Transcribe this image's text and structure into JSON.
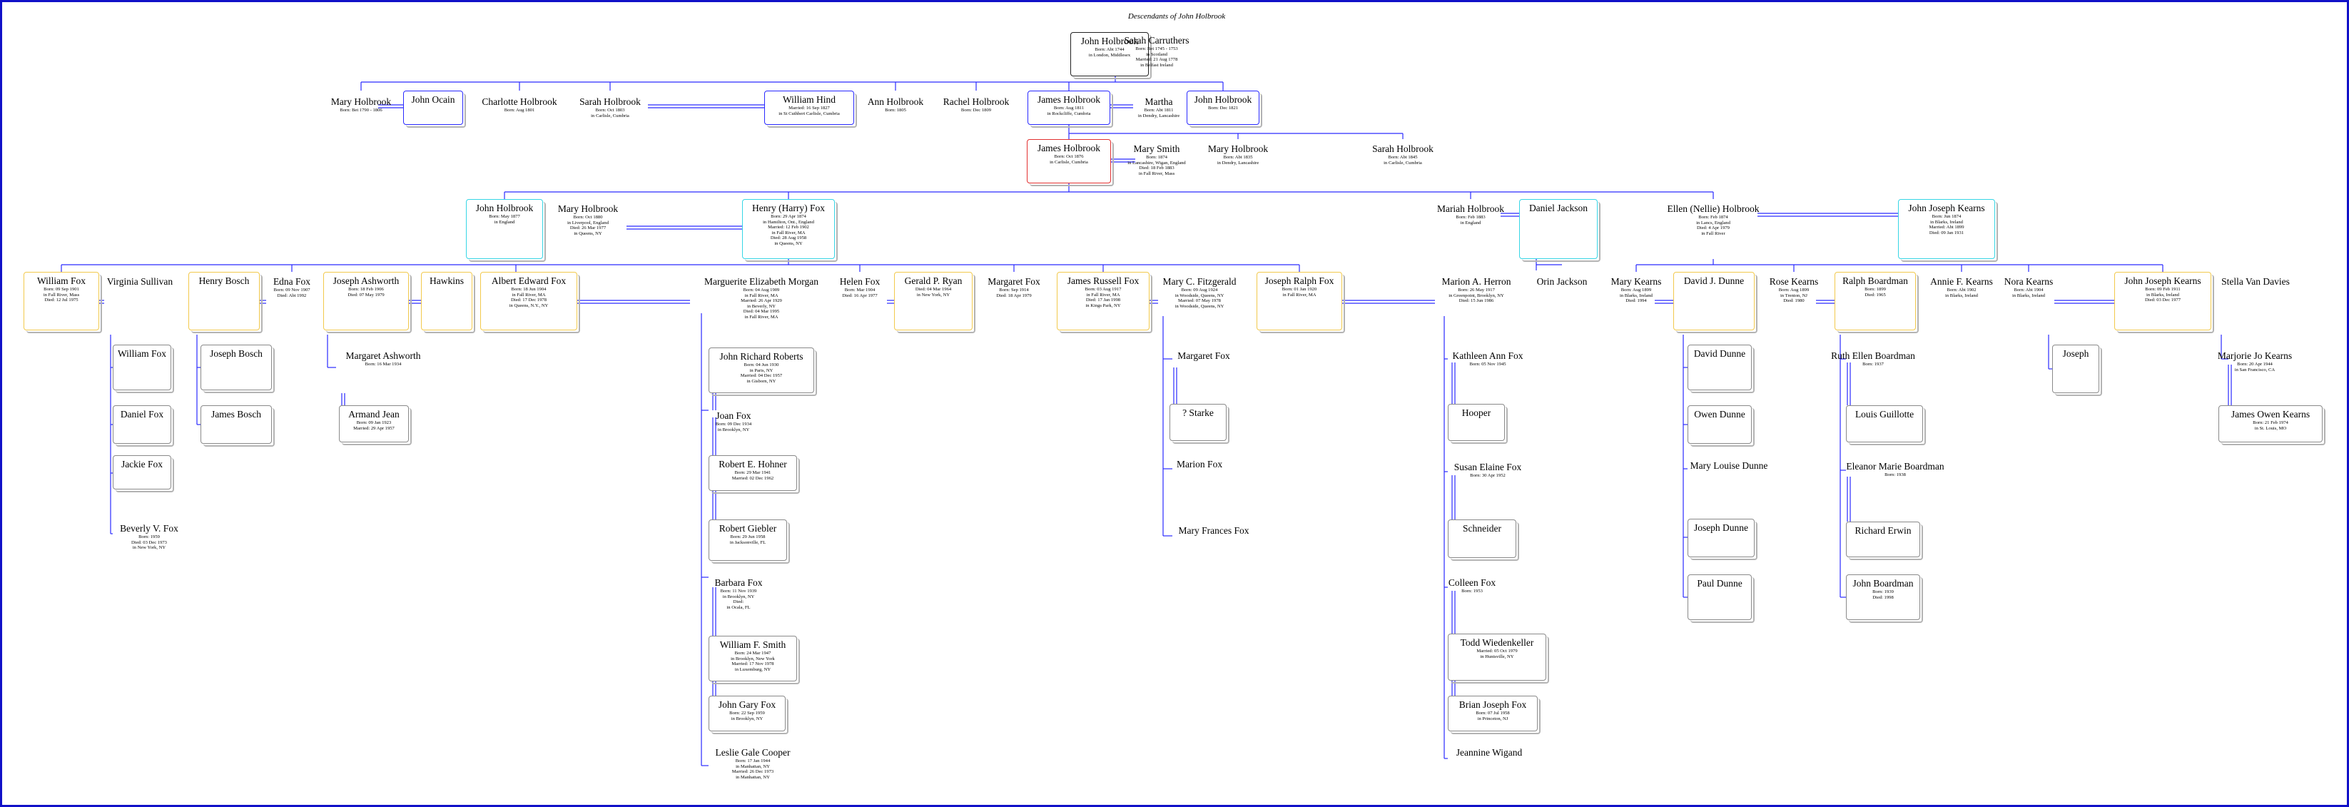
{
  "title": "Descendants of John Holbrook",
  "colors": {
    "frame": "#1010c8",
    "connector": "#2a2aff",
    "shadow": "#b4b4b4"
  },
  "people": [
    {
      "id": "p1",
      "name": "John Holbrook",
      "details": [
        "Born: Abt 1744",
        "in London, Middlesex"
      ],
      "border": "black"
    },
    {
      "id": "p2",
      "name": "Sarah Carruthers",
      "details": [
        "Born: Bet 1745 - 1753",
        "in Scotland",
        "Married: 21 Aug 1778",
        "in Belfast Ireland"
      ]
    },
    {
      "id": "p3",
      "name": "Mary Holbrook",
      "details": [
        "Born: Bet 1790 - 1806"
      ]
    },
    {
      "id": "p4",
      "name": "John Ocain",
      "details": [],
      "border": "blue"
    },
    {
      "id": "p5",
      "name": "Charlotte Holbrook",
      "details": [
        "Born: Aug 1801"
      ]
    },
    {
      "id": "p6",
      "name": "Sarah Holbrook",
      "details": [
        "Born: Oct 1803",
        "in Carlisle, Cumbria"
      ]
    },
    {
      "id": "p7",
      "name": "William Hind",
      "details": [
        "Married: 16 Sep 1827",
        "in St Cuthbert Carlisle, Cumbria"
      ],
      "border": "blue"
    },
    {
      "id": "p8",
      "name": "Ann Holbrook",
      "details": [
        "Born: 1805"
      ]
    },
    {
      "id": "p9",
      "name": "Rachel Holbrook",
      "details": [
        "Born: Dec 1809"
      ]
    },
    {
      "id": "p10",
      "name": "James Holbrook",
      "details": [
        "Born: Aug 1811",
        "in Rockcliffe, Cumbria"
      ],
      "border": "blue"
    },
    {
      "id": "p11",
      "name": "Martha",
      "details": [
        "Born: Abt 1811",
        "in Dendry, Lancashire"
      ]
    },
    {
      "id": "p12",
      "name": "John Holbrook",
      "details": [
        "Born: Dec 1821"
      ],
      "border": "blue"
    },
    {
      "id": "p13",
      "name": "James Holbrook",
      "details": [
        "Born: Oct 1876",
        "in Carlisle, Cumbria"
      ],
      "border": "red"
    },
    {
      "id": "p14",
      "name": "Mary Smith",
      "details": [
        "Born: 1874",
        "in Lancashire, Wigan, England",
        "Died: 18 Feb 1883",
        "in Fall River, Mass"
      ]
    },
    {
      "id": "p15",
      "name": "Mary Holbrook",
      "details": [
        "Born: Abt 1835",
        "in Dendry, Lancashire"
      ]
    },
    {
      "id": "p16",
      "name": "Sarah Holbrook",
      "details": [
        "Born: Abt 1845",
        "in Carlisle, Cumbria"
      ]
    },
    {
      "id": "p17",
      "name": "John Holbrook",
      "details": [
        "Born: May 1877",
        "in England"
      ],
      "border": "cyan"
    },
    {
      "id": "p18",
      "name": "Mary Holbrook",
      "details": [
        "Born: Oct 1880",
        "in Liverpool, England",
        "Died: 26 Mar 1977",
        "in Queens, NY"
      ]
    },
    {
      "id": "p19",
      "name": "Henry (Harry) Fox",
      "details": [
        "Born: 29 Apr 1874",
        "in Hamilton, Ont., England",
        "Married: 12 Feb 1902",
        "in Fall River, MA",
        "Died: 28 Aug 1958",
        "in Queens, NY"
      ],
      "border": "cyan"
    },
    {
      "id": "p20",
      "name": "Mariah Holbrook",
      "details": [
        "Born: Feb 1883",
        "in England"
      ]
    },
    {
      "id": "p21",
      "name": "Daniel Jackson",
      "details": [],
      "border": "cyan"
    },
    {
      "id": "p22",
      "name": "Ellen (Nellie) Holbrook",
      "details": [
        "Born: Feb 1874",
        "in Lancs, England",
        "Died: 4 Apr 1979",
        "in Fall River"
      ]
    },
    {
      "id": "p23",
      "name": "John Joseph Kearns",
      "details": [
        "Born: Jun 1874",
        "in Blarks, Ireland",
        "Married: Abt 1899",
        "Died: 09 Jan 1931"
      ],
      "border": "cyan"
    },
    {
      "id": "p24",
      "name": "William Fox",
      "details": [
        "Born: 09 Sep 1901",
        "in Fall River, Mass",
        "Died: 12 Jul 1975"
      ],
      "border": "gold"
    },
    {
      "id": "p25",
      "name": "Virginia Sullivan",
      "details": []
    },
    {
      "id": "p26",
      "name": "Henry Bosch",
      "details": [],
      "border": "gold"
    },
    {
      "id": "p27",
      "name": "Edna Fox",
      "details": [
        "Born: 09 Nov 1907",
        "Died: Abt 1992"
      ]
    },
    {
      "id": "p28",
      "name": "Joseph Ashworth",
      "details": [
        "Born: 18 Feb 1906",
        "Died: 07 May 1979"
      ],
      "border": "gold"
    },
    {
      "id": "p29",
      "name": "Hawkins",
      "details": [],
      "border": "gold"
    },
    {
      "id": "p30",
      "name": "Albert Edward Fox",
      "details": [
        "Born: 18 Jun 1904",
        "in Fall River, MA",
        "Died: 17 Dec 1978",
        "in Queens, N.Y., NY"
      ],
      "border": "gold"
    },
    {
      "id": "p31",
      "name": "Marguerite Elizabeth Morgan",
      "details": [
        "Born: 04 Aug 1909",
        "in Fall River, MA",
        "Married: 26 Apr 1929",
        "in Beverly, NY",
        "Died: 04 Mar 1995",
        "in Fall River, MA"
      ]
    },
    {
      "id": "p32",
      "name": "Helen Fox",
      "details": [
        "Born: Mar 1904",
        "Died: 16 Apr 1977"
      ]
    },
    {
      "id": "p33",
      "name": "Gerald P. Ryan",
      "details": [
        "Died: 04 Mar 1964",
        "in New York, NY"
      ],
      "border": "gold"
    },
    {
      "id": "p34",
      "name": "Margaret Fox",
      "details": [
        "Born: Sep 1914",
        "Died: 18 Apr 1979"
      ]
    },
    {
      "id": "p35",
      "name": "James Russell Fox",
      "details": [
        "Born: 03 Aug 1917",
        "in Fall River, MA",
        "Died: 17 Jan 1998",
        "in Kings Park, NY"
      ],
      "border": "gold"
    },
    {
      "id": "p36",
      "name": "Mary C. Fitzgerald",
      "details": [
        "Born: 09 Aug 1924",
        "in Woodside, Queens, NY",
        "Married: 07 May 1978",
        "in Woodside, Queens, NY"
      ]
    },
    {
      "id": "p37",
      "name": "Joseph Ralph Fox",
      "details": [
        "Born: 01 Jan 1920",
        "in Fall River, MA"
      ],
      "border": "gold"
    },
    {
      "id": "p38",
      "name": "Marion A. Herron",
      "details": [
        "Born: 26 May 1917",
        "in Greenpoint, Brooklyn, NY",
        "Died: 15 Jun 1986"
      ]
    },
    {
      "id": "p39",
      "name": "Orin Jackson",
      "details": []
    },
    {
      "id": "p40",
      "name": "Mary Kearns",
      "details": [
        "Born: Aug 1899",
        "in Blarks, Ireland",
        "Died: 1994"
      ]
    },
    {
      "id": "p41",
      "name": "David J. Dunne",
      "details": [],
      "border": "gold"
    },
    {
      "id": "p42",
      "name": "Rose Kearns",
      "details": [
        "Born: Aug 1899",
        "in Trenton, NJ",
        "Died: 1980"
      ]
    },
    {
      "id": "p43",
      "name": "Ralph Boardman",
      "details": [
        "Born: 1899",
        "Died: 1965"
      ],
      "border": "gold"
    },
    {
      "id": "p44",
      "name": "Annie F. Kearns",
      "details": [
        "Born: Abt 1902",
        "in Blarks, Ireland"
      ]
    },
    {
      "id": "p45",
      "name": "Nora Kearns",
      "details": [
        "Born: Abt 1904",
        "in Blarks, Ireland"
      ]
    },
    {
      "id": "p46",
      "name": "John Joseph Kearns",
      "details": [
        "Born: 09 Feb 1911",
        "in Blarks, Ireland",
        "Died: 03 Dec 1977"
      ],
      "border": "gold"
    },
    {
      "id": "p47",
      "name": "Stella Van Davies",
      "details": []
    },
    {
      "id": "p48",
      "name": "William Fox",
      "details": [],
      "border": "gray"
    },
    {
      "id": "p49",
      "name": "Daniel Fox",
      "details": [],
      "border": "gray"
    },
    {
      "id": "p50",
      "name": "Jackie Fox",
      "details": [],
      "border": "gray"
    },
    {
      "id": "p51",
      "name": "Beverly V. Fox",
      "details": [
        "Born: 1959",
        "Died: 03 Dec 1973",
        "in New York, NY"
      ]
    },
    {
      "id": "p52",
      "name": "Joseph Bosch",
      "details": [],
      "border": "gray"
    },
    {
      "id": "p53",
      "name": "James Bosch",
      "details": [],
      "border": "gray"
    },
    {
      "id": "p54",
      "name": "Margaret Ashworth",
      "details": [
        "Born: 16 Mar 1934"
      ]
    },
    {
      "id": "p55",
      "name": "Armand Jean",
      "details": [
        "Born: 09 Jan 1923",
        "Married: 29 Apr 1957"
      ],
      "border": "gray"
    },
    {
      "id": "p56",
      "name": "John Richard Roberts",
      "details": [
        "Born: 04 Jun 1930",
        "in Paris, NY",
        "Married: 04 Dec 1957",
        "in Gisborn, NY"
      ],
      "border": "gray"
    },
    {
      "id": "p57",
      "name": "Joan Fox",
      "details": [
        "Born: 09 Dec 1934",
        "in Brooklyn, NY"
      ]
    },
    {
      "id": "p58",
      "name": "Robert E. Hohner",
      "details": [
        "Born: 29 Mar 1941",
        "Married: 02 Dec 1962"
      ],
      "border": "gray"
    },
    {
      "id": "p59",
      "name": "Robert Giebler",
      "details": [
        "Born: 29 Jun 1958",
        "in Jacksonville, FL"
      ],
      "border": "gray"
    },
    {
      "id": "p60",
      "name": "Barbara Fox",
      "details": [
        "Born: 11 Nov 1939",
        "in Brooklyn, NY",
        "Died:",
        "in Ocala, FL"
      ]
    },
    {
      "id": "p61",
      "name": "William F. Smith",
      "details": [
        "Born: 24 Mar 1947",
        "in Brooklyn, New York",
        "Married: 17 Nov 1978",
        "in Luxemburg, NY"
      ],
      "border": "gray"
    },
    {
      "id": "p62",
      "name": "John Gary Fox",
      "details": [
        "Born: 22 Sep 1959",
        "in Brooklyn, NY"
      ],
      "border": "gray"
    },
    {
      "id": "p63",
      "name": "Leslie Gale Cooper",
      "details": [
        "Born: 17 Jan 1944",
        "in Manhattan, NY",
        "Married: 26 Dec 1973",
        "in Manhattan, NY"
      ]
    },
    {
      "id": "p64",
      "name": "Margaret Fox",
      "details": []
    },
    {
      "id": "p65",
      "name": "? Starke",
      "details": [],
      "border": "gray"
    },
    {
      "id": "p66",
      "name": "Marion Fox",
      "details": []
    },
    {
      "id": "p67",
      "name": "Mary Frances Fox",
      "details": []
    },
    {
      "id": "p68",
      "name": "Kathleen Ann Fox",
      "details": [
        "Born: 05 Nov 1945"
      ]
    },
    {
      "id": "p69",
      "name": "Hooper",
      "details": [],
      "border": "gray"
    },
    {
      "id": "p70",
      "name": "Susan Elaine Fox",
      "details": [
        "Born: 30 Apr 1952"
      ]
    },
    {
      "id": "p71",
      "name": "Schneider",
      "details": [],
      "border": "gray"
    },
    {
      "id": "p72",
      "name": "Colleen Fox",
      "details": [
        "Born: 1953"
      ]
    },
    {
      "id": "p73",
      "name": "Todd Wiedenkeller",
      "details": [
        "Married: 05 Oct 1979",
        "in Huntsville, NY"
      ],
      "border": "gray"
    },
    {
      "id": "p74",
      "name": "Brian Joseph Fox",
      "details": [
        "Born: 07 Jul 1958",
        "in Princeton, NJ"
      ],
      "border": "gray"
    },
    {
      "id": "p75",
      "name": "Jeannine Wigand",
      "details": []
    },
    {
      "id": "p76",
      "name": "David Dunne",
      "details": [],
      "border": "gray"
    },
    {
      "id": "p77",
      "name": "Owen Dunne",
      "details": [],
      "border": "gray"
    },
    {
      "id": "p78",
      "name": "Mary Louise Dunne",
      "details": []
    },
    {
      "id": "p79",
      "name": "Joseph Dunne",
      "details": [],
      "border": "gray"
    },
    {
      "id": "p80",
      "name": "Paul Dunne",
      "details": [],
      "border": "gray"
    },
    {
      "id": "p81",
      "name": "Ruth Ellen Boardman",
      "details": [
        "Born: 1937"
      ]
    },
    {
      "id": "p82",
      "name": "Louis Guillotte",
      "details": [],
      "border": "gray"
    },
    {
      "id": "p83",
      "name": "Eleanor Marie Boardman",
      "details": [
        "Born: 1938"
      ]
    },
    {
      "id": "p84",
      "name": "Richard Erwin",
      "details": [],
      "border": "gray"
    },
    {
      "id": "p85",
      "name": "John Boardman",
      "details": [
        "Born: 1939",
        "Died: 1998"
      ],
      "border": "gray"
    },
    {
      "id": "p86",
      "name": "Joseph",
      "details": [],
      "border": "gray"
    },
    {
      "id": "p87",
      "name": "Marjorie Jo Kearns",
      "details": [
        "Born: 20 Apr 1944",
        "in San Francisco, CA"
      ]
    },
    {
      "id": "p88",
      "name": "James Owen Kearns",
      "details": [
        "Born: 21 Feb 1974",
        "in St. Louis, MO"
      ],
      "border": "gray"
    }
  ]
}
